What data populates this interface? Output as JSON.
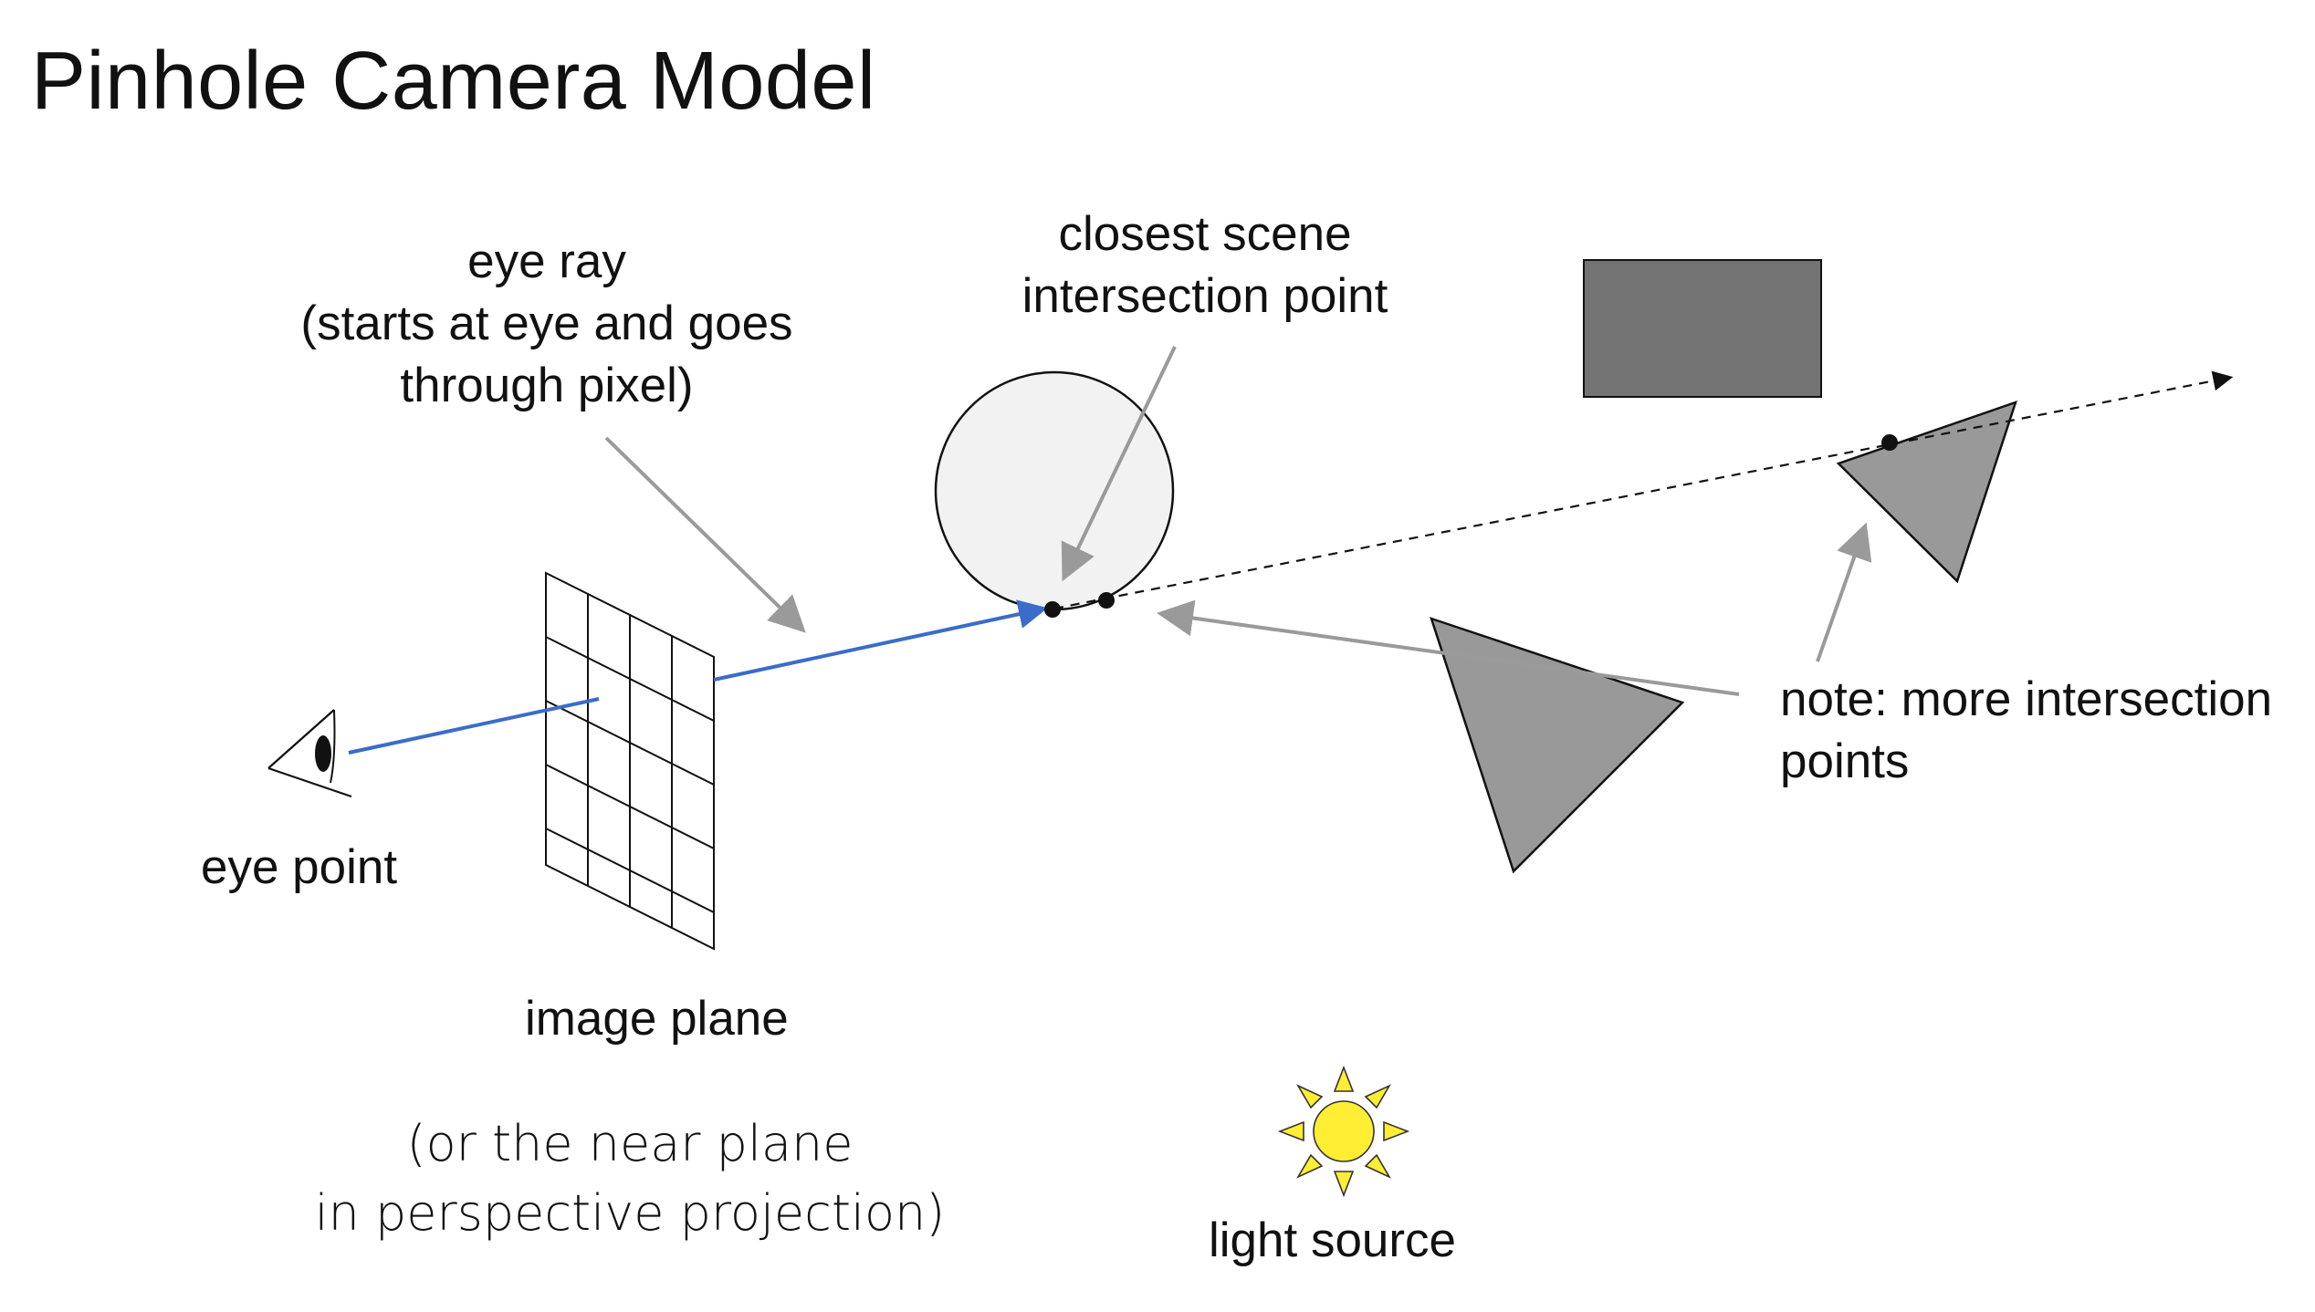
{
  "title": "Pinhole Camera Model",
  "labels": {
    "eye_ray": [
      "eye ray",
      "(starts at eye and goes",
      "through pixel)"
    ],
    "closest_intersection": [
      "closest scene",
      "intersection point"
    ],
    "note": [
      "note: more intersection",
      "points"
    ],
    "eye_point": "eye point",
    "image_plane": "image plane",
    "near_plane": [
      "(or the near plane",
      "in perspective projection)"
    ],
    "light_source": "light source"
  },
  "colors": {
    "ray_blue": "#3b6cc9",
    "arrow_gray": "#9a9a9a",
    "rect_fill": "#737373",
    "triangle_fill": "#999999",
    "sphere_fill": "#f2f2f2",
    "sun_fill": "#ffee33"
  }
}
